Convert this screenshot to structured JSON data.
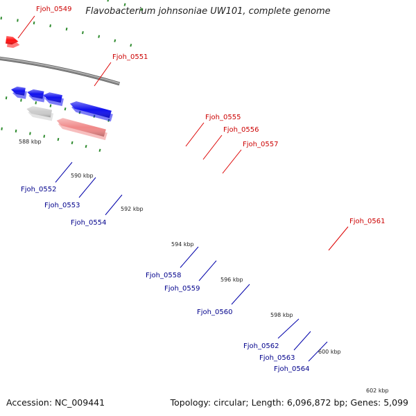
{
  "header": {
    "title": "Flavobacterium johnsoniae UW101, complete genome"
  },
  "footer": {
    "accession": "Accession: NC_009441",
    "summary": "Topology: circular; Length: 6,096,872 bp; Genes: 5,099"
  },
  "colors": {
    "background": "#ffffff",
    "backbone": "#888888",
    "tick": "#2e8b2e",
    "label_forward": "#cc0000",
    "label_reverse": "#00008b",
    "leader_forward": "#dd0000",
    "leader_reverse": "#0000aa",
    "red": "#ff1010",
    "blue": "#1010ee",
    "pink": "#f08888",
    "cyan": "#30c8f0",
    "orange": "#ff9900",
    "green": "#44bb33",
    "light_gray": "#cccccc",
    "dark_gray": "#555555"
  },
  "scale_labels": [
    "588 kbp",
    "590 kbp",
    "592 kbp",
    "594 kbp",
    "596 kbp",
    "598 kbp",
    "600 kbp",
    "602 kbp"
  ],
  "genes_forward": [
    {
      "label": "Fjoh_0549",
      "color": "red"
    },
    {
      "label": "Fjoh_0551",
      "color": "red"
    },
    {
      "label": "Fjoh_0555",
      "color": "red"
    },
    {
      "label": "Fjoh_0556",
      "color": "red"
    },
    {
      "label": "Fjoh_0557",
      "color": "orange"
    },
    {
      "label": "Fjoh_0561",
      "color": "red"
    }
  ],
  "genes_reverse": [
    {
      "label": "Fjoh_0552",
      "color": "blue"
    },
    {
      "label": "Fjoh_0553",
      "color": "cyan"
    },
    {
      "label": "Fjoh_0554",
      "color": "blue"
    },
    {
      "label": "Fjoh_0558",
      "color": "light_gray"
    },
    {
      "label": "Fjoh_0559",
      "color": "blue"
    },
    {
      "label": "Fjoh_0560",
      "color": "green"
    },
    {
      "label": "Fjoh_0562",
      "color": "blue"
    },
    {
      "label": "Fjoh_0563",
      "color": "blue"
    },
    {
      "label": "Fjoh_0564",
      "color": "light_gray"
    }
  ]
}
